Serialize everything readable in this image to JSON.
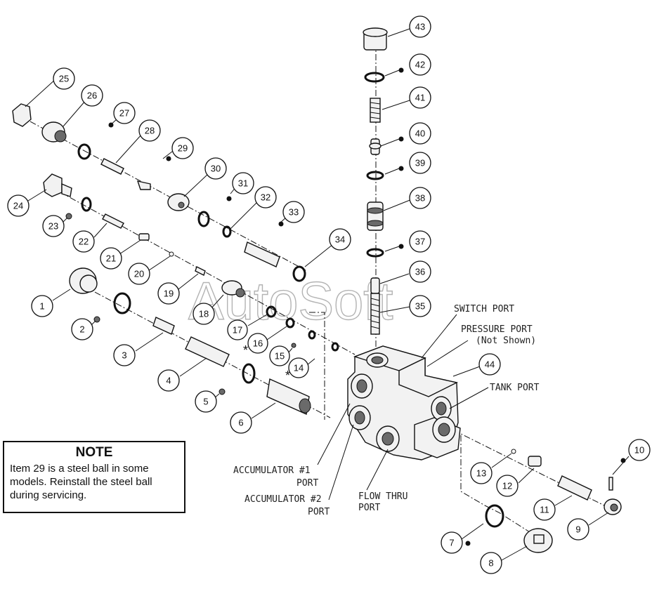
{
  "watermark": "AutoSoft",
  "note": {
    "title": "NOTE",
    "text": "Item 29 is a steel ball in some models. Reinstall the steel ball during servicing."
  },
  "asterisk": "*",
  "port_labels": {
    "switch": "SWITCH PORT",
    "pressure_1": "PRESSURE PORT",
    "pressure_2": "(Not Shown)",
    "tank": "TANK PORT",
    "acc1_1": "ACCUMULATOR #1",
    "acc1_2": "PORT",
    "acc2_1": "ACCUMULATOR #2",
    "acc2_2": "PORT",
    "flow_1": "FLOW THRU",
    "flow_2": "PORT"
  },
  "callouts": [
    "1",
    "2",
    "3",
    "4",
    "5",
    "6",
    "7",
    "8",
    "9",
    "10",
    "11",
    "12",
    "13",
    "14",
    "15",
    "16",
    "17",
    "18",
    "19",
    "20",
    "21",
    "22",
    "23",
    "24",
    "25",
    "26",
    "27",
    "28",
    "29",
    "30",
    "31",
    "32",
    "33",
    "34",
    "35",
    "36",
    "37",
    "38",
    "39",
    "40",
    "41",
    "42",
    "43",
    "44"
  ]
}
